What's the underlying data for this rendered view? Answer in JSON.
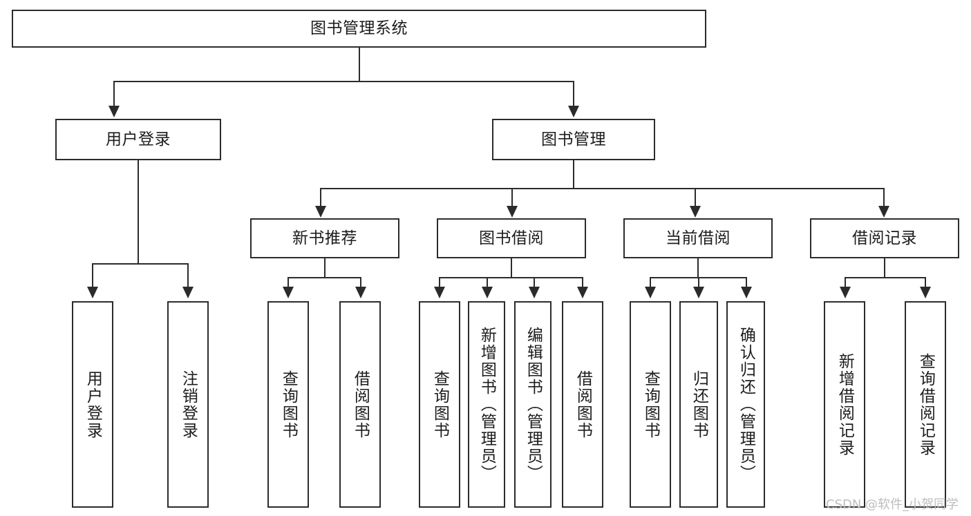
{
  "diagram": {
    "type": "tree-hierarchy",
    "title": "图书管理系统",
    "watermark": "CSDN @软件_小贺同学",
    "colors": {
      "stroke": "#2b2b2b",
      "fill": "#ffffff",
      "text": "#1c1c1c",
      "watermark": "#bdbdbd"
    },
    "levels": [
      {
        "level": 1,
        "orientation": "horizontal",
        "nodes": [
          {
            "id": "root",
            "label": "图书管理系统"
          }
        ]
      },
      {
        "level": 2,
        "orientation": "horizontal",
        "nodes": [
          {
            "id": "login",
            "label": "用户登录",
            "parent": "root"
          },
          {
            "id": "bookmgmt",
            "label": "图书管理",
            "parent": "root"
          }
        ]
      },
      {
        "level": 3,
        "orientation": "horizontal",
        "nodes": [
          {
            "id": "newbook",
            "label": "新书推荐",
            "parent": "bookmgmt"
          },
          {
            "id": "borrow",
            "label": "图书借阅",
            "parent": "bookmgmt"
          },
          {
            "id": "current",
            "label": "当前借阅",
            "parent": "bookmgmt"
          },
          {
            "id": "records",
            "label": "借阅记录",
            "parent": "bookmgmt"
          }
        ]
      },
      {
        "level": 4,
        "orientation": "vertical",
        "nodes": [
          {
            "id": "leaf1",
            "label": "用户登录",
            "parent": "login"
          },
          {
            "id": "leaf2",
            "label": "注销登录",
            "parent": "login"
          },
          {
            "id": "leaf3",
            "label": "查询图书",
            "parent": "newbook"
          },
          {
            "id": "leaf4",
            "label": "借阅图书",
            "parent": "newbook"
          },
          {
            "id": "leaf5",
            "label": "查询图书",
            "parent": "borrow"
          },
          {
            "id": "leaf6",
            "label": "新增图书（管理员）",
            "parent": "borrow"
          },
          {
            "id": "leaf7",
            "label": "编辑图书（管理员）",
            "parent": "borrow"
          },
          {
            "id": "leaf8",
            "label": "借阅图书",
            "parent": "borrow"
          },
          {
            "id": "leaf9",
            "label": "查询图书",
            "parent": "current"
          },
          {
            "id": "leaf10",
            "label": "归还图书",
            "parent": "current"
          },
          {
            "id": "leaf11",
            "label": "确认归还（管理员）",
            "parent": "current"
          },
          {
            "id": "leaf12",
            "label": "新增借阅记录",
            "parent": "records"
          },
          {
            "id": "leaf13",
            "label": "查询借阅记录",
            "parent": "records"
          }
        ]
      }
    ]
  }
}
